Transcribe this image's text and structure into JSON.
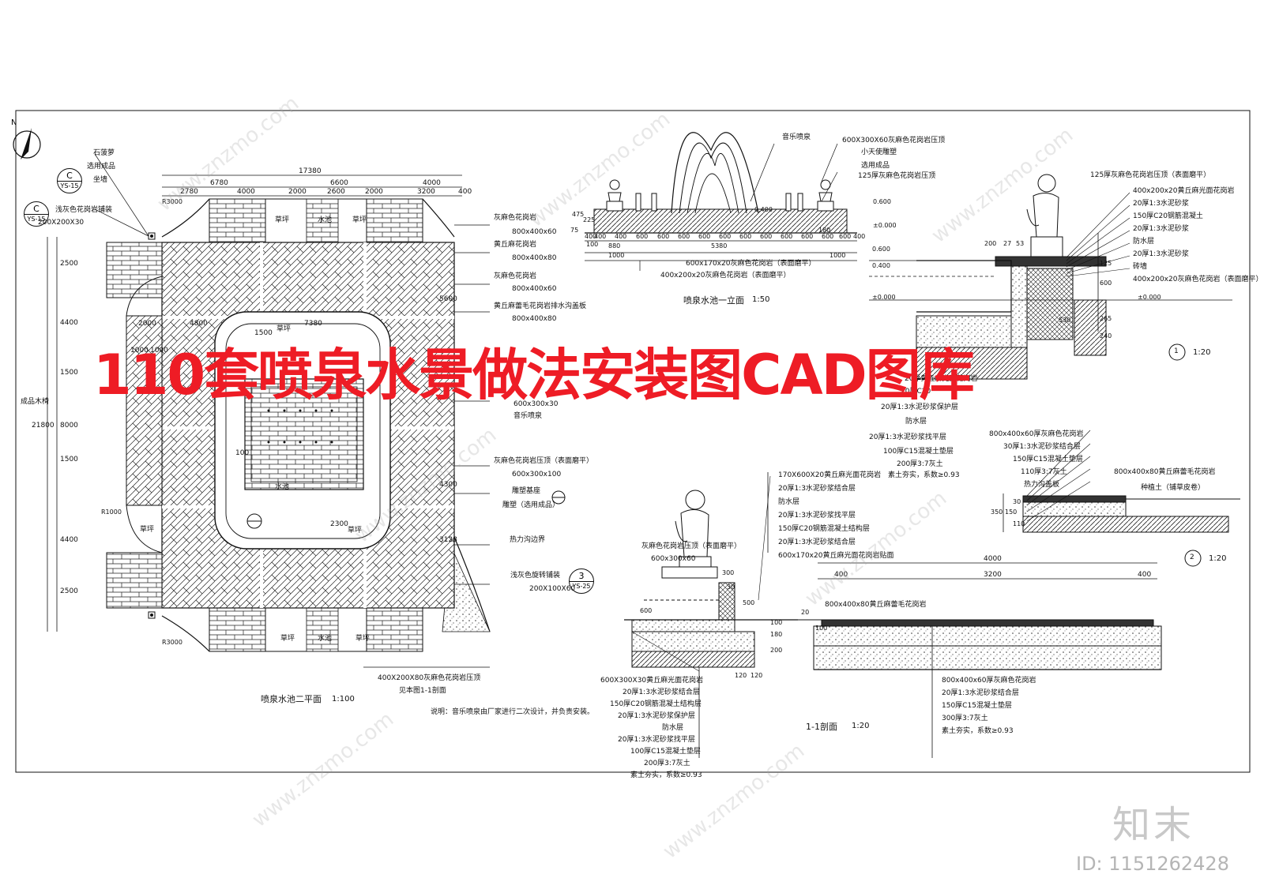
{
  "banner": "110套喷泉水景做法安装图CAD图库",
  "logo": "知末",
  "id_text": "ID: 1151262428",
  "watermark": "www.znzmo.com",
  "plan": {
    "title": "喷泉水池二平面",
    "scale": "1:100",
    "note": "说明：音乐喷泉由厂家进行二次设计，并负责安装。",
    "see_note": "见本图1-1剖面",
    "dims_top": [
      "17380",
      "6780",
      "6600",
      "4000",
      "2780",
      "4000",
      "2000",
      "2600",
      "2000",
      "3200",
      "400"
    ],
    "dims_left": [
      "2500",
      "4400",
      "1500",
      "8000",
      "1500",
      "4400",
      "2500",
      "21800"
    ],
    "dims_inner": [
      "2000",
      "4800",
      "7380",
      "1500",
      "1000",
      "1000",
      "5600",
      "4300",
      "3128",
      "2300",
      "100"
    ],
    "labels": {
      "grass": "草坪",
      "pool": "水池",
      "finished_bench": "成品木椅",
      "callout_c_top": "C",
      "callout_c_bottom": "YS-15",
      "callout_3_top": "3",
      "callout_3_bottom": "YS-25",
      "stone_pot": "石菠萝",
      "select_product": "选用成品",
      "seat_wall": "坐墙",
      "light_grey_paving": "浅灰色花岗岩铺装",
      "paving_200": "200X200X30",
      "grey_granite": "灰麻色花岗岩",
      "size_800_400_60": "800x400x60",
      "yellow_granite": "黄丘麻花岗岩",
      "size_800_400_80": "800x400x80",
      "size_800_400_60b": "800x400x60",
      "drain_cover": "黄丘麻蕾毛花岗岩排水沟盖板",
      "size_drain": "800x400x80",
      "coping": "灰麻色花岗岩压顶（表面磨平）",
      "size_600_300_100": "600x300x100",
      "sculpture_base": "雕塑基座",
      "sculpture": "雕塑（选用成品）",
      "heat_edge": "热力沟边界",
      "light_grey_border": "浅灰色旋转铺装",
      "size_200_100_60": "200X100X60",
      "coping_400": "400X200X80灰麻色花岗岩压顶",
      "size_600_300_30": "600x300x30",
      "music_fountain": "音乐喷泉",
      "r3000": "R3000",
      "r1000": "R1000"
    }
  },
  "elevation": {
    "title": "喷泉水池一立面",
    "scale": "1:50",
    "labels": {
      "music_fountain": "音乐喷泉",
      "coping": "600X300X60灰麻色花岗岩压顶",
      "little_angel": "小天使雕塑",
      "select_product": "选用成品",
      "coping_125": "125厚灰麻色花岗岩压顶",
      "bottom_1": "600x170x20灰麻色花岗岩（表面磨平）",
      "bottom_2": "400x200x20灰麻色花岗岩（表面磨平）",
      "lvl_0600": "0.600",
      "lvl_0000": "±0.000",
      "lvl_0400": "0.400"
    },
    "dims": [
      "400",
      "400",
      "600",
      "600",
      "600",
      "600",
      "600",
      "600",
      "600",
      "600",
      "600",
      "600",
      "600",
      "400",
      "400",
      "5380",
      "880",
      "1000",
      "1000",
      "475",
      "225",
      "75",
      "100",
      "180"
    ]
  },
  "section1": {
    "scale": "1:20",
    "marker": "1",
    "labels": [
      "125厚灰麻色花岗岩压顶（表面磨平）",
      "400x200x20黄丘麻光面花岗岩",
      "20厚1:3水泥砂浆",
      "150厚C20钢筋混凝土",
      "20厚1:3水泥砂浆",
      "防水层",
      "20厚1:3水泥砂浆",
      "砖墙",
      "400x200x20灰麻色花岗岩（表面磨平）"
    ],
    "mid_labels": [
      "20厚黄丘麻光面花岗岩",
      "20厚C20",
      "20厚1:3水泥砂浆保护层",
      "防水层",
      "20厚1:3水泥砂浆找平层",
      "100厚C15混凝土垫层",
      "200厚3:7灰土",
      "素土夯实，系数≥0.93"
    ],
    "levels": [
      "0.600",
      "0.400",
      "±0.000",
      "±0.000"
    ],
    "dims": [
      "200",
      "27",
      "53",
      "125",
      "600",
      "265",
      "240",
      "530"
    ]
  },
  "section2": {
    "scale": "1:20",
    "marker": "2",
    "labels": [
      "800x400x60厚灰麻色花岗岩",
      "30厚1:3水泥砂浆结合层",
      "150厚C15混凝土垫层",
      "110厚3:7灰土",
      "热力沟盖板"
    ],
    "top_label": "800x400x80黄丘麻蕾毛花岗岩",
    "side_label": "种植土（铺草皮卷）",
    "dims": [
      "350",
      "150",
      "30",
      "110"
    ]
  },
  "section3": {
    "labels_top": [
      "170X600X20黄丘麻光面花岗岩",
      "20厚1:3水泥砂浆结合层",
      "防水层",
      "20厚1:3水泥砂浆找平层",
      "150厚C20钢筋混凝土结构层",
      "20厚1:3水泥砂浆结合层",
      "600x170x20黄丘麻光面花岗岩贴面"
    ],
    "labels_bottom": [
      "600X300X30黄丘麻光面花岗岩",
      "20厚1:3水泥砂浆结合层",
      "150厚C20钢筋混凝土结构层",
      "20厚1:3水泥砂浆保护层",
      "防水层",
      "20厚1:3水泥砂浆找平层",
      "100厚C15混凝土垫层",
      "200厚3:7灰土",
      "素土夯实，系数≥0.93"
    ],
    "base_label": "灰麻色花岗岩压顶（表面磨平）",
    "base_size": "600x300x60",
    "dims": [
      "300",
      "30",
      "500",
      "600",
      "120",
      "100",
      "180",
      "200",
      "120"
    ]
  },
  "section11": {
    "title": "1-1剖面",
    "scale": "1:20",
    "dims": [
      "4000",
      "400",
      "3200",
      "400",
      "20",
      "100"
    ],
    "top_label": "800x400x80黄丘麻蕾毛花岗岩",
    "labels": [
      "800x400x60厚灰麻色花岗岩",
      "20厚1:3水泥砂浆结合层",
      "150厚C15混凝土垫层",
      "300厚3:7灰土",
      "素土夯实，系数≥0.93"
    ]
  }
}
